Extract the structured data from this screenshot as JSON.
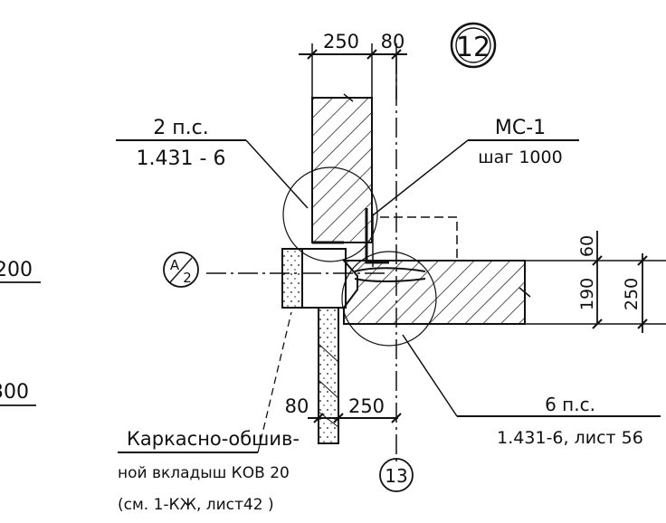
{
  "drawing": {
    "detail_number": "12",
    "dim_top_left": "250",
    "dim_top_right": "80",
    "leader_top_left_num": "2 п.с.",
    "leader_top_left_den": "1.431 - 6",
    "leader_top_right_num": "МС-1",
    "leader_top_right_den": "шаг 1000",
    "axis_a_label": "A/2",
    "axis_a_sup": "A",
    "axis_a_sub": "2",
    "dim_slab_top": "60",
    "dim_slab_mid": "190",
    "dim_slab_total": "250",
    "dim_bottom_left": "80",
    "dim_bottom_right": "250",
    "leader_bottom_right_num": "6 п.с.",
    "leader_bottom_right_den": "1.431-6, лист 56",
    "note_line1": "Каркасно-обшив-",
    "note_line2": "ной вкладыш КОВ 20",
    "note_line3": "(см. 1-КЖ, лист42 )",
    "axis_13_label": "13",
    "left_edge_200": "200",
    "left_edge_300": "300"
  }
}
